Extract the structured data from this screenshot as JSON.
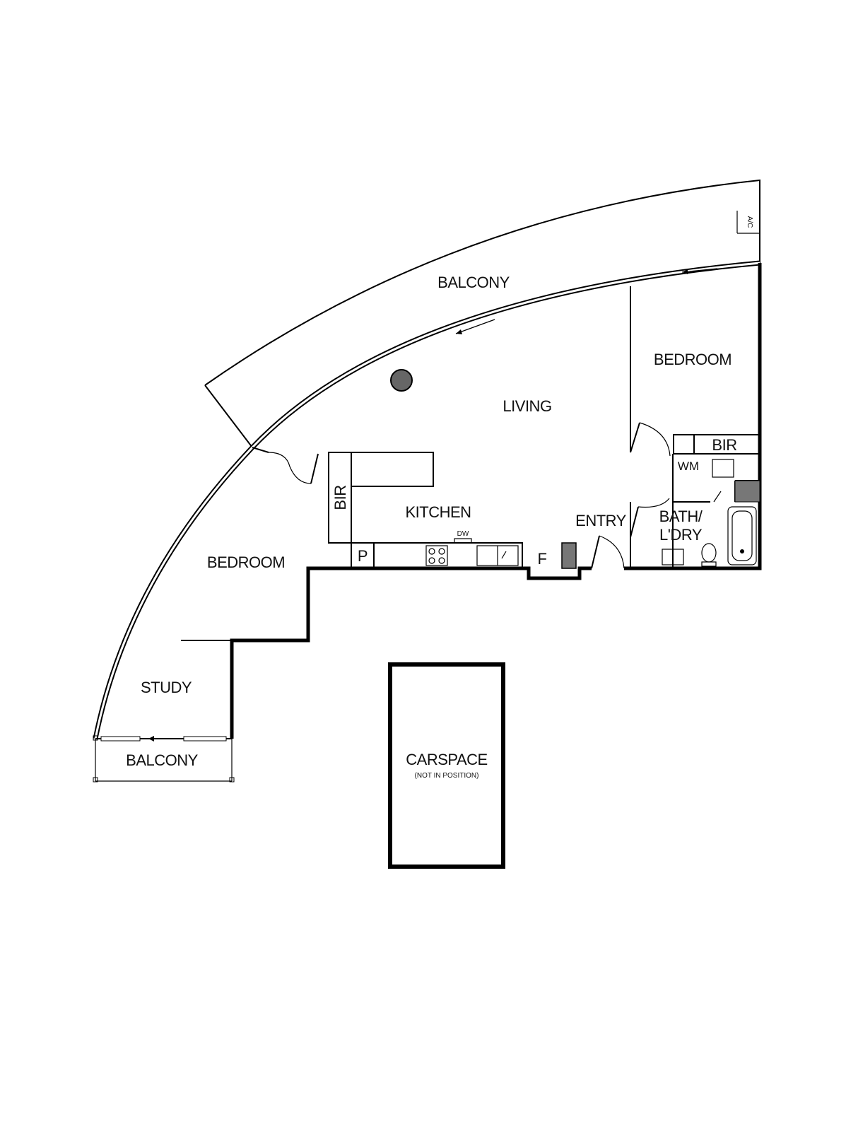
{
  "floorplan": {
    "rooms": {
      "balcony_main": "BALCONY",
      "bedroom_main": "BEDROOM",
      "living": "LIVING",
      "bir_main": "BIR",
      "wm": "WM",
      "bath": "BATH/",
      "laundry": "L'DRY",
      "entry": "ENTRY",
      "kitchen": "KITCHEN",
      "dw": "DW",
      "bir_second": "BIR",
      "pantry": "P",
      "fridge": "F",
      "bedroom_second": "BEDROOM",
      "study": "STUDY",
      "balcony_study": "BALCONY",
      "carspace": "CARSPACE",
      "carspace_note": "(NOT IN POSITION)",
      "ac": "A/C"
    }
  }
}
